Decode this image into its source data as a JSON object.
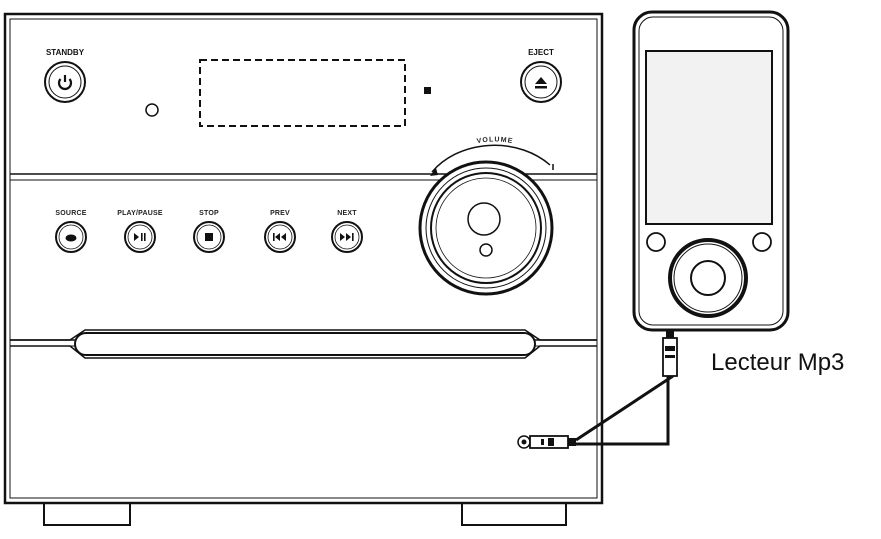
{
  "stereo": {
    "standby_label": "STANDBY",
    "eject_label": "EJECT",
    "volume_label": "VOLUME",
    "buttons": [
      {
        "label": "SOURCE",
        "icon": "source-icon"
      },
      {
        "label": "PLAY/PAUSE",
        "icon": "play-pause-icon"
      },
      {
        "label": "STOP",
        "icon": "stop-icon"
      },
      {
        "label": "PREV",
        "icon": "previous-icon"
      },
      {
        "label": "NEXT",
        "icon": "next-icon"
      }
    ]
  },
  "mp3_player": {
    "caption": "Lecteur Mp3"
  },
  "colors": {
    "line": "#111111",
    "background": "#ffffff",
    "screen": "#f2f2f2"
  }
}
